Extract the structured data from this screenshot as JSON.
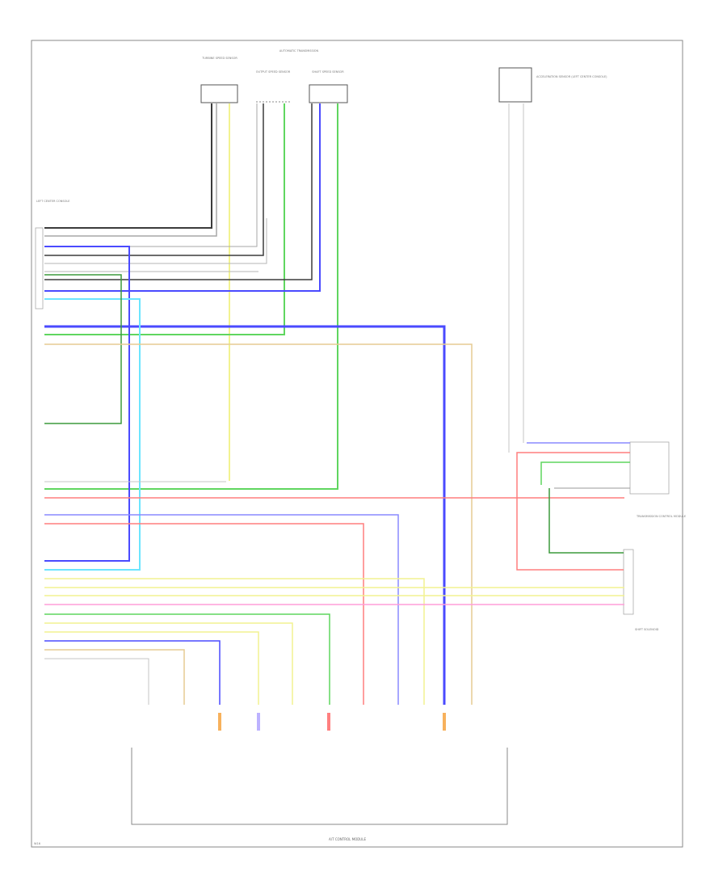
{
  "header": {
    "title": "AUTOMATIC TRANSMISSION"
  },
  "footer": {
    "figure_id": "W16"
  },
  "bottom_module": {
    "name": "A/T CONTROL MODULE"
  },
  "top_sensors": [
    {
      "name": "TURBINE SPEED SENSOR"
    },
    {
      "name": "OUTPUT SPEED SENSOR"
    },
    {
      "name": "SHAFT SPEED SENSOR"
    }
  ],
  "top_right_module": {
    "name": "ACCELERATION SENSOR (LEFT CENTER CONSOLE)"
  },
  "left_connector": {
    "name": "LEFT CENTER CONSOLE"
  },
  "right_modules": [
    {
      "name": "TRANSMISSION CONTROL MODULE"
    },
    {
      "name": "SHIFT SOLENOID"
    }
  ],
  "colors": {
    "black": "#3c3c3c",
    "gray": "#a7a7a7",
    "blue": "#4a4aff",
    "green": "#5fd65f",
    "dark_green": "#3c9a3c",
    "yellow": "#f2f290",
    "red": "#ff7f7f",
    "tan": "#e6cc94",
    "cyan": "#6be5ff",
    "orange": "#f7b15c",
    "violet": "#bcb2ff",
    "pink": "#ff9ed8"
  }
}
